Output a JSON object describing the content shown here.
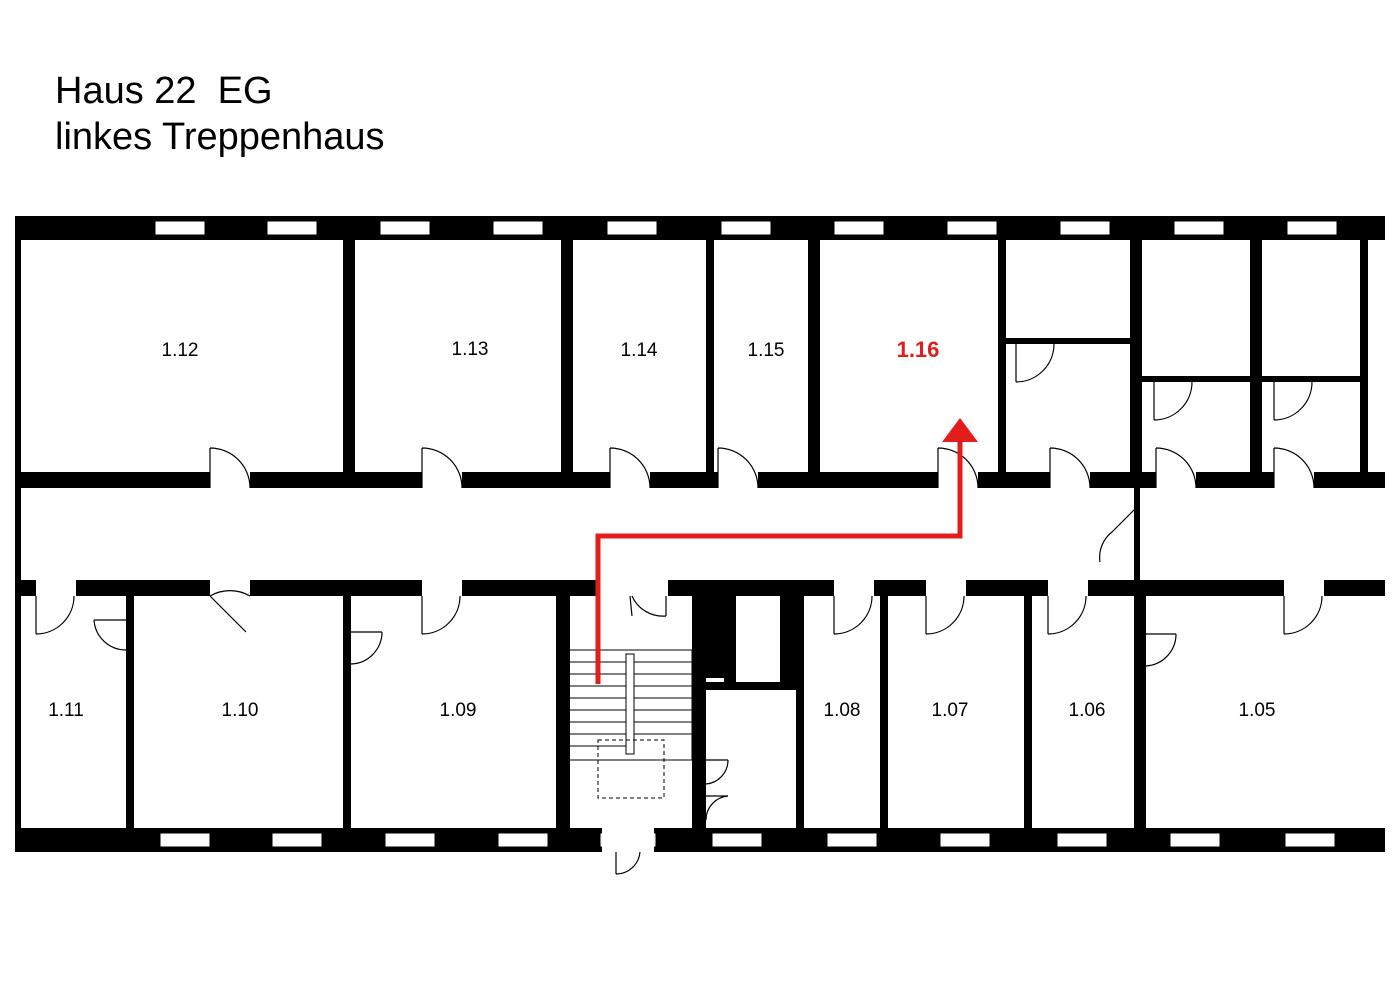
{
  "title": {
    "line1": "Haus 22  EG",
    "line2": "linkes Treppenhaus"
  },
  "rooms": {
    "r112": "1.12",
    "r113": "1.13",
    "r114": "1.14",
    "r115": "1.15",
    "r116": "1.16",
    "r111": "1.11",
    "r110": "1.10",
    "r109": "1.09",
    "r108": "1.08",
    "r107": "1.07",
    "r106": "1.06",
    "r105": "1.05"
  },
  "highlight_room": "1.16",
  "colors": {
    "wall": "#000000",
    "route": "#e31c1c",
    "highlight": "#e31c1c"
  },
  "icons": {
    "route": "red-arrow-route"
  }
}
